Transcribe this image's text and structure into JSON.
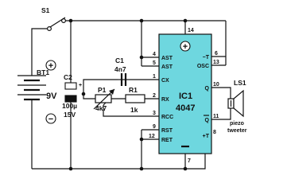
{
  "colors": {
    "ic_fill": "#6ed7df",
    "ink": "#111111",
    "background": "#ffffff"
  },
  "switch": {
    "label": "S1"
  },
  "battery": {
    "label": "BT1",
    "voltage": "9V",
    "plus": "+",
    "minus": "−"
  },
  "cap_c2": {
    "label": "C2",
    "value": "100µ",
    "rating": "15V",
    "polarity": "+"
  },
  "cap_c1": {
    "label": "C1",
    "value": "4n7"
  },
  "pot_p1": {
    "label": "P1",
    "value": "4k7"
  },
  "res_r1": {
    "label": "R1",
    "value": "1k"
  },
  "ic": {
    "name": "IC1",
    "part": "4047",
    "supply_symbol": "+",
    "pins": {
      "p14": {
        "num": "14"
      },
      "p4": {
        "num": "4",
        "name": "AST"
      },
      "p5": {
        "num": "5",
        "name": "AST"
      },
      "p1": {
        "num": "1",
        "name": "CX"
      },
      "p2": {
        "num": "2",
        "name": "RX"
      },
      "p3": {
        "num": "3",
        "name": "RCC"
      },
      "p9": {
        "num": "9",
        "name": "RST"
      },
      "p12": {
        "num": "12",
        "name": "RET"
      },
      "p6": {
        "num": "6",
        "name": "−T"
      },
      "p13": {
        "num": "13",
        "name": "OSC"
      },
      "p10": {
        "num": "10",
        "name": "Q"
      },
      "p11": {
        "num": "11",
        "name": "Q"
      },
      "p8": {
        "num": "8",
        "name": "+T"
      },
      "p7": {
        "num": "7"
      }
    }
  },
  "speaker": {
    "label": "LS1",
    "caption_line1": "piezo",
    "caption_line2": "tweeter"
  }
}
